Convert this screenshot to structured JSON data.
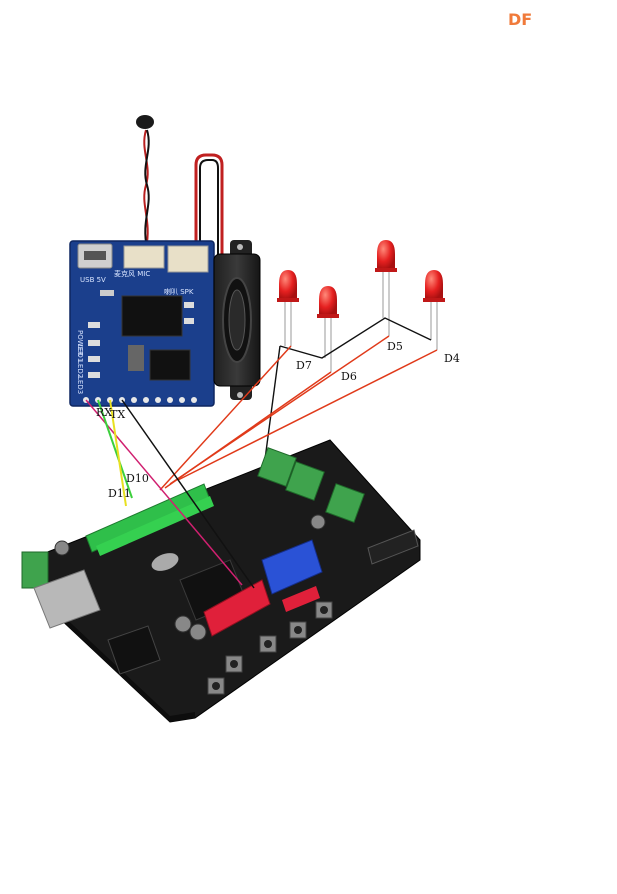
{
  "logo": {
    "text": "DF",
    "color": "#f07a3a"
  },
  "voice_module": {
    "usb_label": "USB 5V",
    "mic_label": "麦克风 MIC",
    "spk_label": "喇叭 SPK",
    "side_labels": [
      "POWER",
      "LED1",
      "LED2",
      "LED3"
    ],
    "pin_labels": [
      "RX",
      "TX"
    ]
  },
  "led_labels": [
    "D7",
    "D6",
    "D5",
    "D4"
  ],
  "board_labels": [
    "D10",
    "D11"
  ],
  "colors": {
    "pcb_blue": "#1b3f8c",
    "board_black": "#1a1a1a",
    "header_green": "#2fbf4a",
    "header_red": "#e0203a",
    "header_blue": "#2a52d6",
    "terminal_green": "#3fa34d",
    "led_red": "#e52020",
    "wire_red": "#e03a1a",
    "wire_black": "#111111",
    "wire_green": "#3ccf3c",
    "wire_yellow": "#e8e020",
    "wire_magenta": "#d02070"
  }
}
